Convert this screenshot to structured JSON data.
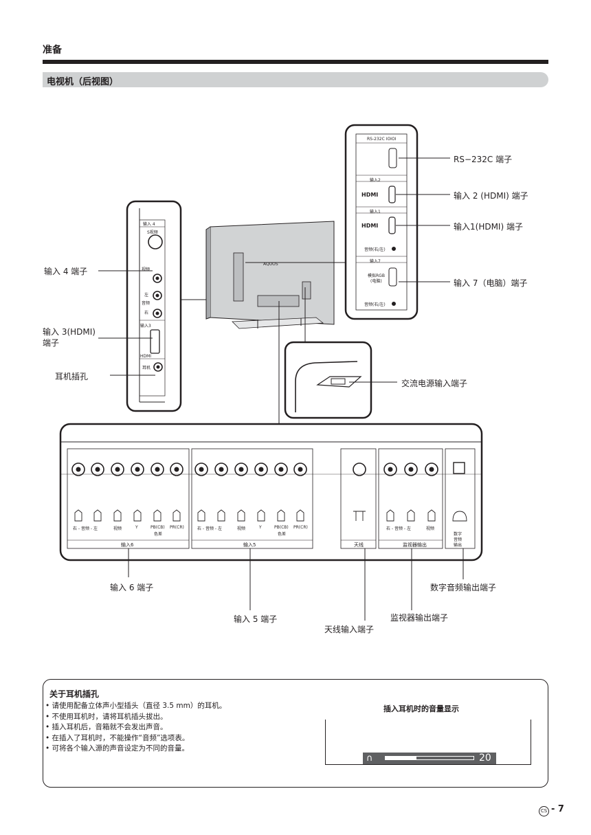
{
  "header": {
    "title": "准备",
    "section_title": "电视机（后视图）"
  },
  "callouts": {
    "rs232c": "RS−232C 端子",
    "input2_hdmi": "输入 2 (HDMI) 端子",
    "input1_hdmi": "输入1(HDMI) 端子",
    "input7_pc": "输入 7（电脑）端子",
    "input4": "输入 4 端子",
    "input3_hdmi_line1": "输入 3(HDMI)",
    "input3_hdmi_line2": "端子",
    "headphone_jack": "耳机插孔",
    "ac_input": "交流电源输入端子",
    "input6": "输入 6 端子",
    "input5": "输入 5 端子",
    "antenna": "天线输入端子",
    "monitor_out": "监视器输出端子",
    "digital_audio_out": "数字音频输出端子"
  },
  "panel_labels": {
    "rs232c": "RS-232C IOIOI",
    "input2": "输入2",
    "input1": "输入1",
    "input7": "输入7",
    "hdmi_logo": "HDMI",
    "audio_rl": "音频(右/左)",
    "analog_rgb_1": "模拟RGB",
    "analog_rgb_2": "(电脑)",
    "input4": "输入 4",
    "s_video": "S视频",
    "video": "视频",
    "left": "左",
    "audio": "音频",
    "right": "右",
    "input3": "输入3",
    "hdmi_small": "HDMI",
    "earphone": "耳机",
    "aquos": "AQUOS"
  },
  "bottom_panel": {
    "group6": {
      "name": "输入6",
      "jacks": [
        "右 - 音频 - 左",
        "",
        "视频",
        "Y",
        "PB(CB)",
        "PR(CR)"
      ],
      "sub": "色差"
    },
    "group5": {
      "name": "输入5",
      "jacks": [
        "右 - 音频 - 左",
        "",
        "视频",
        "Y",
        "PB(CB)",
        "PR(CR)"
      ],
      "sub": "色差"
    },
    "antenna": "天线",
    "monitor": {
      "name": "监视器输出",
      "jacks": [
        "右 - 音频 - 左",
        "",
        "视频"
      ]
    },
    "digital": [
      "数字",
      "音频",
      "输出"
    ]
  },
  "headphone_note": {
    "title": "关于耳机插孔",
    "items": [
      "请使用配备立体声小型插头（直径 3.5 mm）的耳机。",
      "不使用耳机时，请将耳机插头拔出。",
      "插入耳机后，音箱就不会发出声音。",
      "在插入了耳机时，不能操作“音频”选项表。",
      "可将各个输入源的声音设定为不同的音量。"
    ],
    "volume_title": "插入耳机时的音量显示",
    "volume_value": "20",
    "volume_fraction": 0.35
  },
  "footer": {
    "badge": "CS",
    "page": "- 7"
  }
}
